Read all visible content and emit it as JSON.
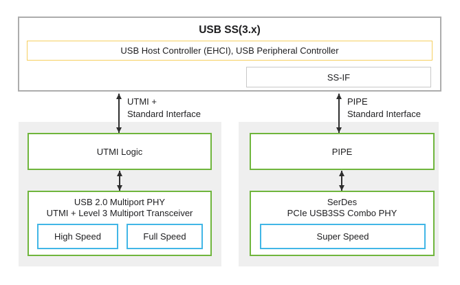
{
  "diagram": {
    "top_block": {
      "title": "USB SS(3.x)",
      "controller_label": "USB Host Controller (EHCI), USB Peripheral Controller",
      "ssif_label": "SS-IF"
    },
    "interfaces": {
      "left": {
        "line1": "UTMI +",
        "line2": "Standard Interface"
      },
      "right": {
        "line1": "PIPE",
        "line2": "Standard Interface"
      }
    },
    "left_panel": {
      "top_box": "UTMI Logic",
      "phy_line1": "USB 2.0 Multiport PHY",
      "phy_line2": "UTMI + Level 3 Multiport Transceiver",
      "speed_boxes": [
        "High Speed",
        "Full Speed"
      ]
    },
    "right_panel": {
      "top_box": "PIPE",
      "phy_line1": "SerDes",
      "phy_line2": "PCIe USB3SS Combo PHY",
      "speed_boxes": [
        "Super Speed"
      ]
    },
    "colors": {
      "green_border": "#6FB53C",
      "blue_border": "#41B6E6",
      "yellow_border": "#F6CF5F",
      "outer_border": "#ACACAC",
      "ssif_border": "#C8C8C8",
      "panel_bg": "#EFEFEF",
      "arrow": "#2E2E2E",
      "text": "#1D1D1F"
    }
  }
}
